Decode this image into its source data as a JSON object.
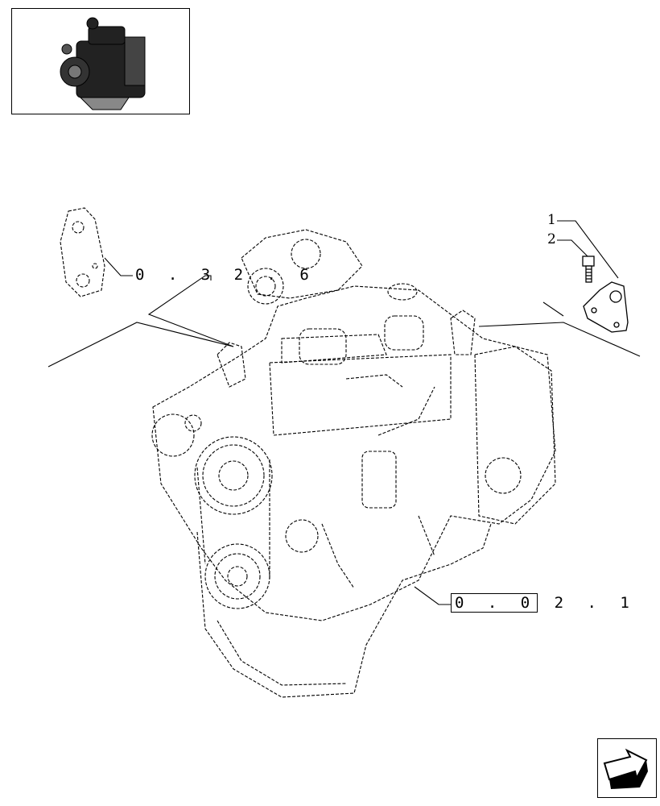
{
  "thumbnail": {
    "icon": "engine-thumbnail-icon"
  },
  "references": {
    "top_left": "0 . 3 2 . 6",
    "bottom_boxed": "0 . 0",
    "bottom_rest": "2 . 1"
  },
  "items": [
    {
      "num": "1"
    },
    {
      "num": "2"
    }
  ],
  "nav": {
    "icon": "next-page-arrow-icon"
  }
}
